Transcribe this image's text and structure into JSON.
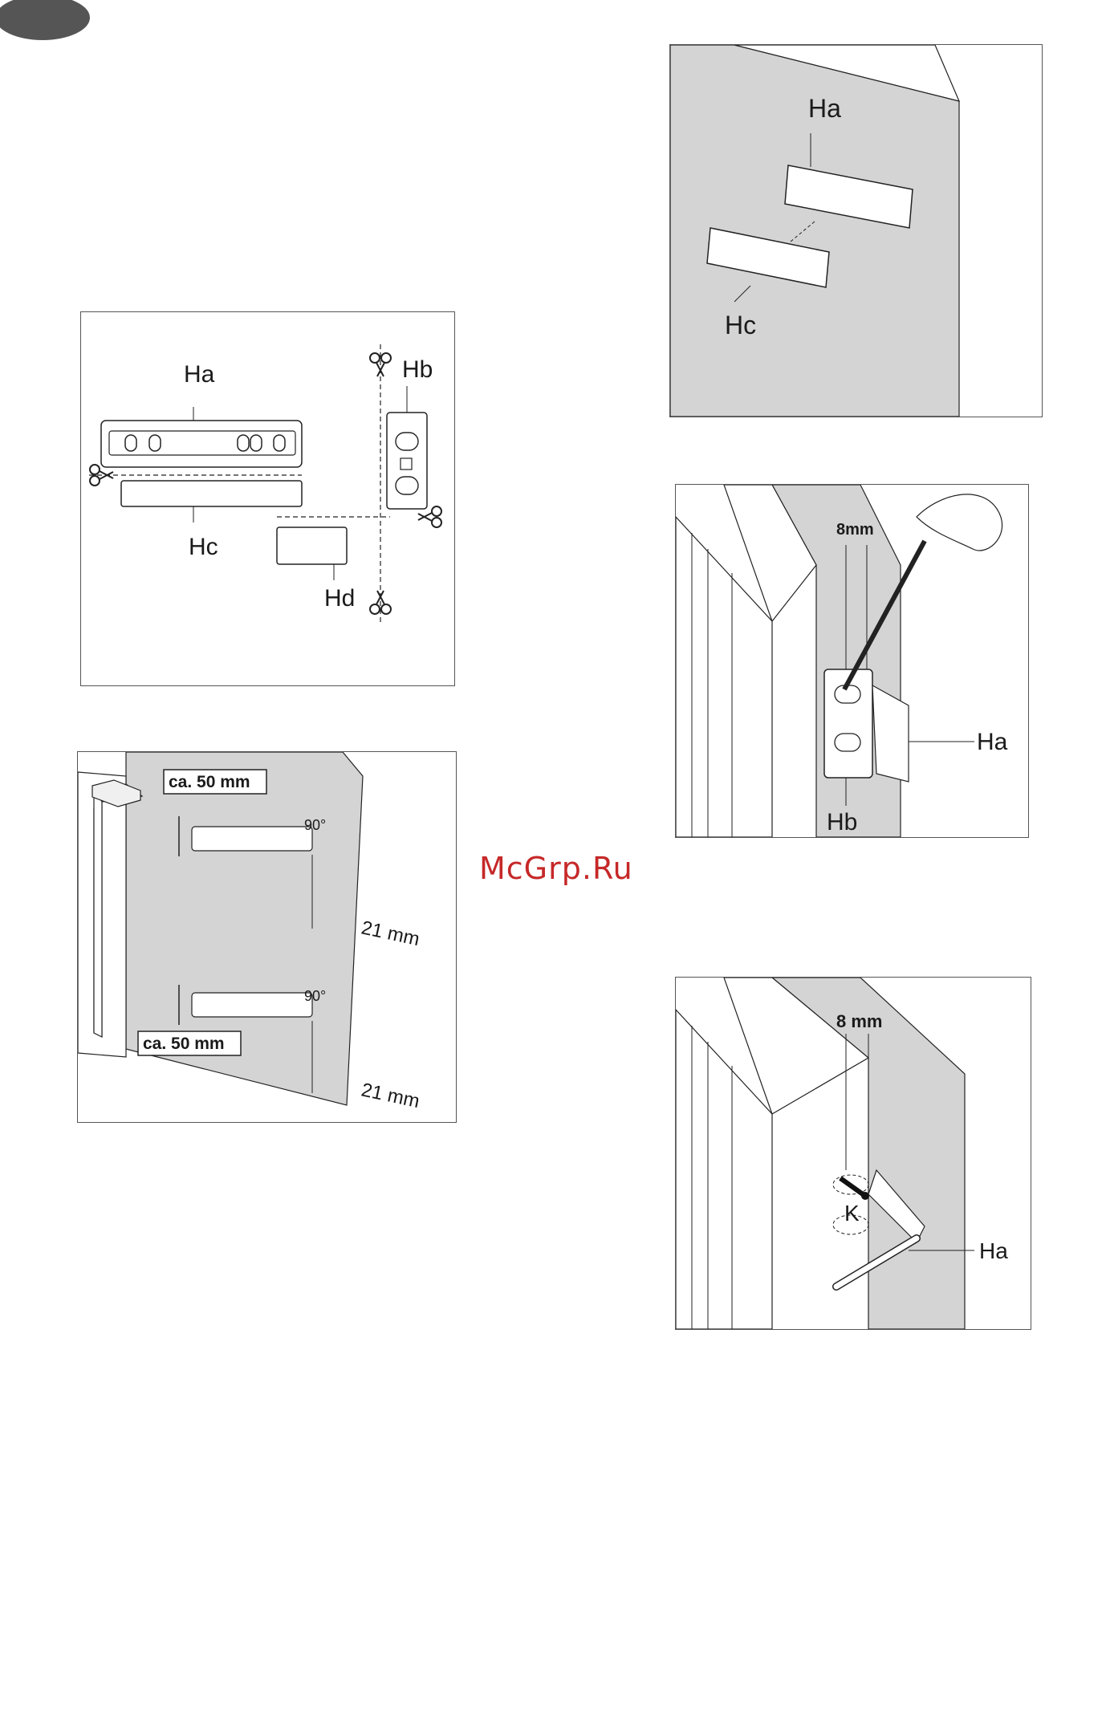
{
  "fig1": {
    "label_ha": "Ha",
    "label_hb": "Hb",
    "label_hc": "Hc",
    "label_hd": "Hd"
  },
  "fig2": {
    "box_top": "ca. 50 mm",
    "box_bottom": "ca. 50 mm",
    "angle_top": "90°",
    "angle_bottom": "90°",
    "dim_top": "21 mm",
    "dim_bottom": "21 mm"
  },
  "fig3": {
    "label_ha": "Ha",
    "label_hc": "Hc"
  },
  "fig4": {
    "dim": "8mm",
    "label_ha": "Ha",
    "label_hb": "Hb"
  },
  "fig5": {
    "dim": "8 mm",
    "label_k": "K",
    "label_ha": "Ha"
  },
  "watermark": "McGrp.Ru"
}
